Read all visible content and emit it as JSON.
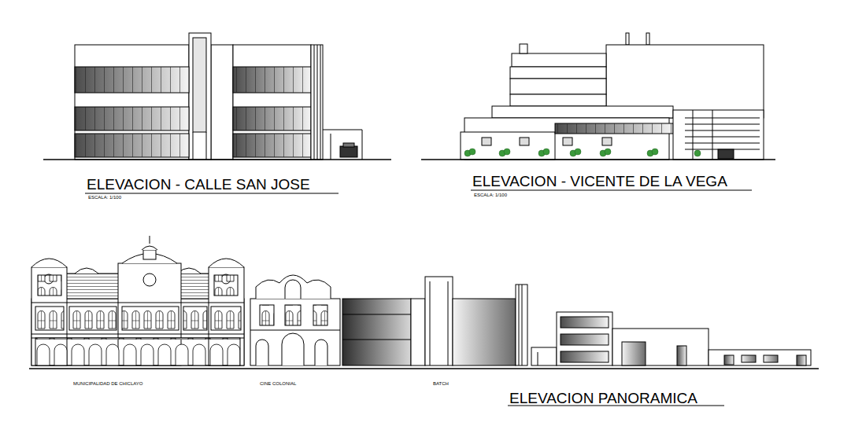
{
  "diagram": {
    "labels": [
      "ELEVACION - CALLE SAN JOSE",
      "ESCALA: 1/100",
      "ELEVACION - VICENTE DE LA VEGA",
      "ESCALA: 1/100",
      "MUNICIPALIDAD DE CHICLAYO",
      "CINE COLONIAL",
      "BATCH",
      "ELEVACION PANORAMICA"
    ]
  }
}
